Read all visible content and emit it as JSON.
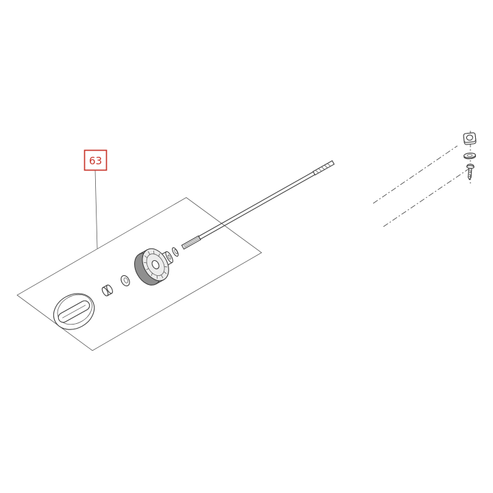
{
  "page": {
    "background_color": "#ffffff"
  },
  "callout": {
    "label": "63",
    "color": "#c8362c"
  },
  "diagram": {
    "line_color": "#3d3d3d",
    "parts": [
      {
        "name": "knob"
      },
      {
        "name": "cap-nut"
      },
      {
        "name": "washer"
      },
      {
        "name": "fan-wheel"
      },
      {
        "name": "sleeve-ring"
      },
      {
        "name": "drive-shaft"
      },
      {
        "name": "square-nut"
      },
      {
        "name": "flat-washer"
      },
      {
        "name": "pan-head-screw"
      }
    ]
  }
}
